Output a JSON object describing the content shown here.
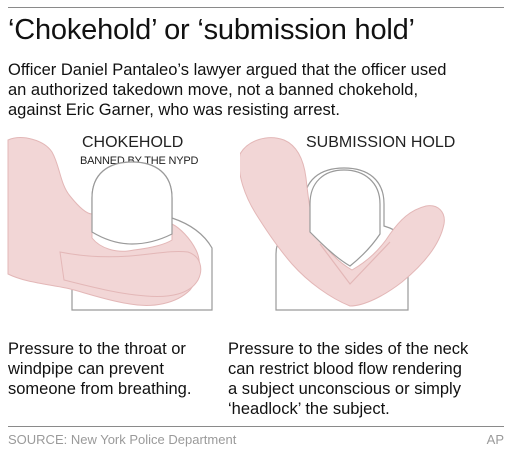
{
  "title": "‘Chokehold’ or ‘submission hold’",
  "intro_lines": [
    "Officer Daniel Pantaleo’s lawyer argued that the officer used",
    "an authorized takedown move, not a banned chokehold,",
    "against Eric Garner, who was resisting arrest."
  ],
  "panels": [
    {
      "heading": "CHOKEHOLD",
      "subheading": "BANNED BY THE NYPD",
      "caption_lines": [
        "Pressure to the throat or",
        "windpipe can prevent",
        "someone from breathing."
      ]
    },
    {
      "heading": "SUBMISSION HOLD",
      "subheading": "",
      "caption_lines": [
        "Pressure to the sides of the neck",
        "can restrict blood flow rendering",
        "a subject unconscious or simply",
        "‘headlock’ the subject."
      ]
    }
  ],
  "footer": {
    "source": "SOURCE: New York Police Department",
    "credit": "AP"
  },
  "colors": {
    "arm_fill": "#f2d6d6",
    "arm_shadow": "#e3b7b7",
    "subject_fill": "#ffffff",
    "outline": "#9a9a9a",
    "rule": "#8a8a8a"
  }
}
